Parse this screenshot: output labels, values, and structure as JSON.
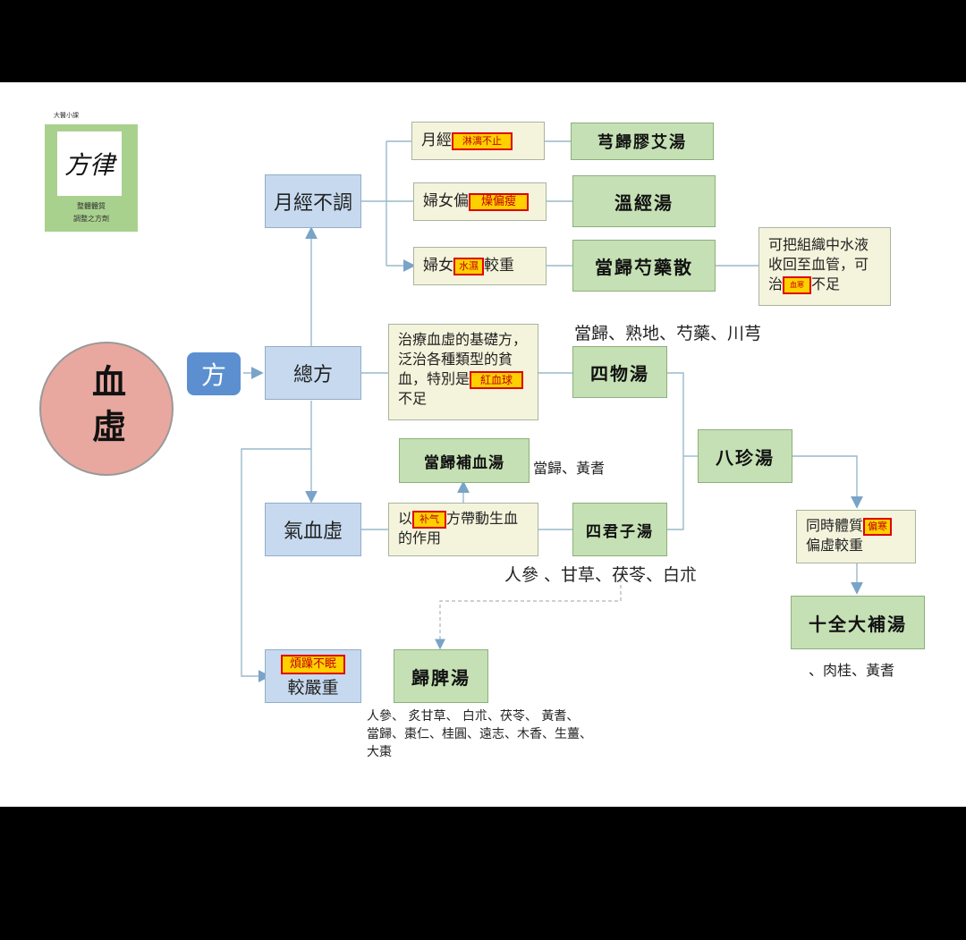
{
  "logo": {
    "header": "大醫小課",
    "calligraphy": "方律",
    "caption_line1": "整體體質",
    "caption_line2": "調整之方劑"
  },
  "main": {
    "disease": "血虛",
    "fang": "方"
  },
  "branches": {
    "menstrual": "月經不調",
    "general": "總方",
    "qi_blood": "氣血虛",
    "severe": "較嚴重",
    "severe_tag": "煩躁不眠"
  },
  "conditions": {
    "c1_prefix": "月經",
    "c1_tag": "淋漓不止",
    "c2_prefix": "婦女偏",
    "c2_tag": "燥偏瘦",
    "c3_prefix": "婦女",
    "c3_tag": "水濕",
    "c3_suffix": "較重",
    "general_desc": "治療血虛的基礎方，泛治各種類型的貧血，特別是",
    "general_tag": "紅血球",
    "general_suffix": "不足",
    "qi_prefix": "以",
    "qi_tag": "补气",
    "qi_suffix": "方帶動生血的作用",
    "danggui_note_prefix": "可把組織中水液收回至血管，可治",
    "danggui_note_tag": "血寒",
    "danggui_note_suffix": "不足",
    "bazhen_note_prefix": "同時體質",
    "bazhen_note_tag": "偏寒",
    "bazhen_note_suffix": "偏虛較重"
  },
  "formulas": {
    "f1": "芎歸膠艾湯",
    "f2": "溫經湯",
    "f3": "當歸芍藥散",
    "siwu": "四物湯",
    "danggui_buxue": "當歸補血湯",
    "sijunzi": "四君子湯",
    "bazhen": "八珍湯",
    "shiquan": "十全大補湯",
    "guipi": "歸脾湯"
  },
  "ingredients": {
    "siwu": "當歸、熟地、芍藥、川芎",
    "danggui_buxue": "當歸、黃耆",
    "sijunzi": "人參 、甘草、茯苓、白朮",
    "shiquan": "、肉桂、黃耆",
    "guipi_line1": "人參、 炙甘草、 白朮、茯苓、 黃耆、",
    "guipi_line2": "當歸、棗仁、桂圓、遠志、木香、生薑、",
    "guipi_line3": "大棗"
  },
  "colors": {
    "blue_box": "#c6d9ef",
    "green_box": "#c5e0b4",
    "cream_box": "#f4f4dc",
    "circle": "#e8a8a0",
    "tag_fill": "#ffd000",
    "tag_border": "#e00000",
    "fang_box": "#5b8fd0"
  }
}
